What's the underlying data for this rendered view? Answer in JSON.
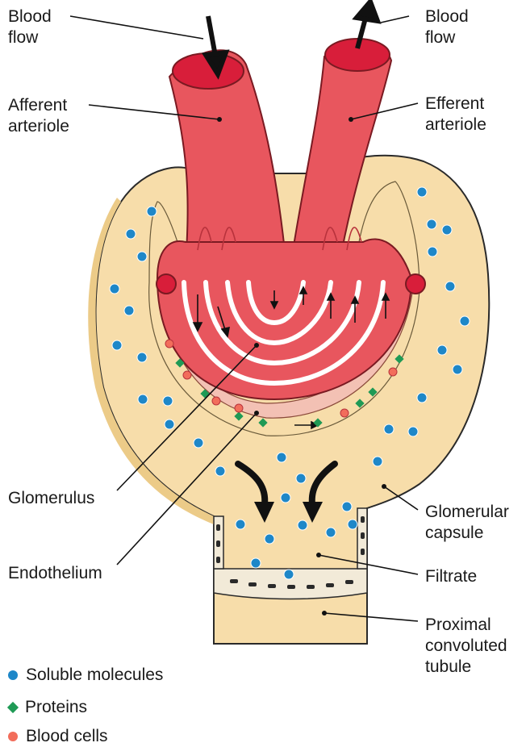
{
  "labels": {
    "blood_flow_in": "Blood\nflow",
    "blood_flow_out": "Blood\nflow",
    "afferent": "Afferent\narteriole",
    "efferent": "Efferent\narteriole",
    "glomerulus": "Glomerulus",
    "endothelium": "Endothelium",
    "capsule": "Glomerular\ncapsule",
    "filtrate": "Filtrate",
    "tubule": "Proximal\nconvoluted\ntubule"
  },
  "legend": [
    {
      "label": "Soluble molecules",
      "shape": "dot",
      "color": "#1e87c8"
    },
    {
      "label": "Proteins",
      "shape": "diamond",
      "color": "#1f9a55"
    },
    {
      "label": "Blood cells",
      "shape": "dot",
      "color": "#f26d5b"
    }
  ],
  "colors": {
    "vessel": "#e8565e",
    "vessel_dark": "#b8323c",
    "vessel_light": "#f48a8a",
    "lumen": "#d81e3a",
    "capsule_fill": "#f7ddaa",
    "capsule_shade": "#eccb88",
    "endothelium": "#f3c1b4",
    "solute": "#1e87c8",
    "protein": "#1f9a55",
    "blood_cell": "#f26d5b"
  }
}
